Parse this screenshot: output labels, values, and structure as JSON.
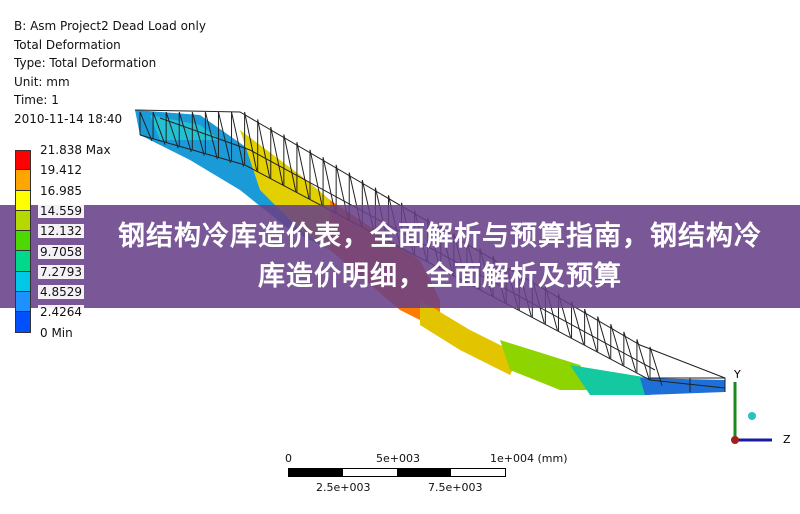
{
  "info": {
    "title": "B: Asm Project2 Dead Load only",
    "result": "Total Deformation",
    "type": "Type: Total Deformation",
    "unit": "Unit: mm",
    "time": "Time: 1",
    "date": "2010-11-14 18:40"
  },
  "legend": {
    "labels": [
      "21.838 Max",
      "19.412",
      "16.985",
      "14.559",
      "12.132",
      "9.7058",
      "7.2793",
      "4.8529",
      "2.4264",
      "0 Min"
    ],
    "colors": [
      "#ff0000",
      "#ffa500",
      "#ffff00",
      "#b5d800",
      "#4cd800",
      "#00d88c",
      "#00c8e6",
      "#1e90ff",
      "#0050ff",
      "#0000ff"
    ]
  },
  "banner": {
    "text": "钢结构冷库造价表，全面解析与预算指南，钢结构冷库造价明细，全面解析及预算"
  },
  "scale_bar": {
    "top_labels": [
      "0",
      "5e+003",
      "1e+004 (mm)"
    ],
    "bottom_labels": [
      "2.5e+003",
      "7.5e+003"
    ]
  },
  "axes": {
    "y": "Y",
    "z": "Z"
  }
}
